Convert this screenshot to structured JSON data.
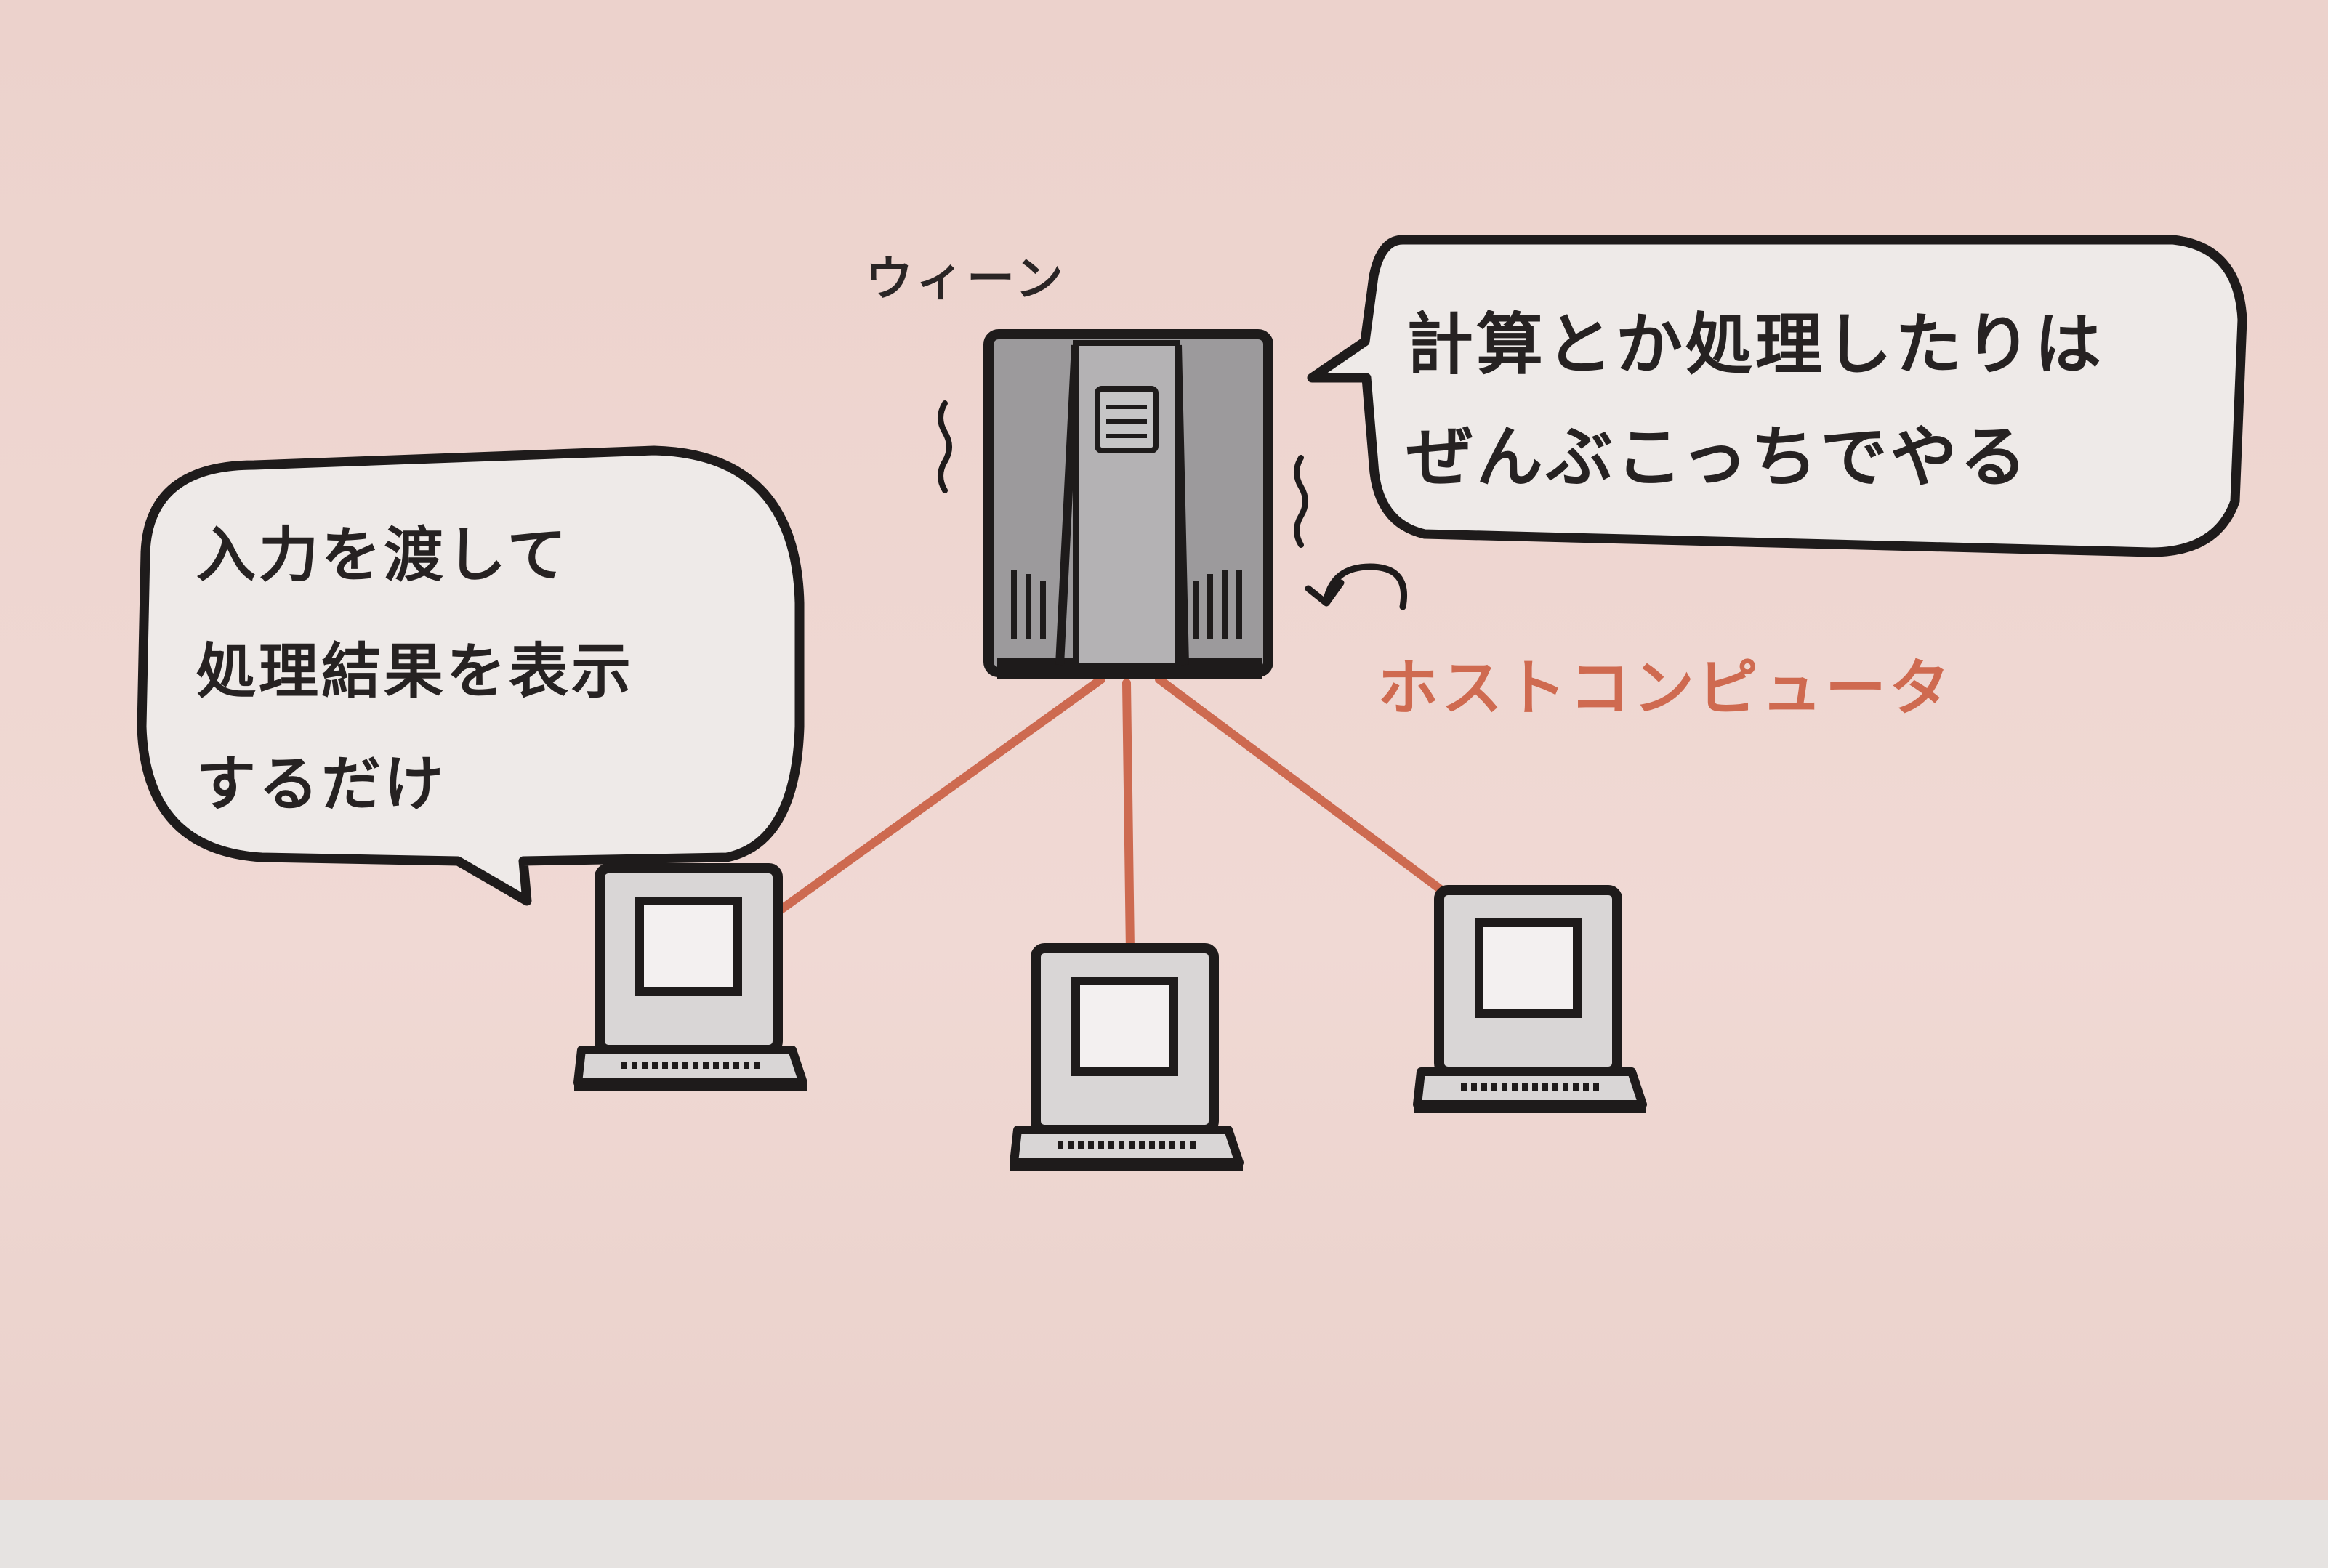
{
  "colors": {
    "background": "#efd6d1",
    "link_line": "#cd6a50",
    "outline": "#1e1b1b",
    "bubble_fill": "#eeeae8",
    "server_fill": "#9c9a9c"
  },
  "diagram": {
    "nodes": [
      {
        "id": "host",
        "label": "ホストコンピュータ",
        "sound_label": "ウィーン"
      },
      {
        "id": "terminal-1"
      },
      {
        "id": "terminal-2"
      },
      {
        "id": "terminal-3"
      }
    ],
    "links": [
      {
        "from": "host",
        "to": "terminal-1"
      },
      {
        "from": "host",
        "to": "terminal-2"
      },
      {
        "from": "host",
        "to": "terminal-3"
      }
    ]
  },
  "host_bubble": {
    "line1": "計算とか処理したりは",
    "line2": "ぜんぶこっちでやる"
  },
  "terminal_bubble": {
    "line1": "入力を渡して",
    "line2": "処理結果を表示",
    "line3": "するだけ"
  },
  "labels": {
    "sound": "ウィーン",
    "host": "ホストコンピュータ"
  }
}
